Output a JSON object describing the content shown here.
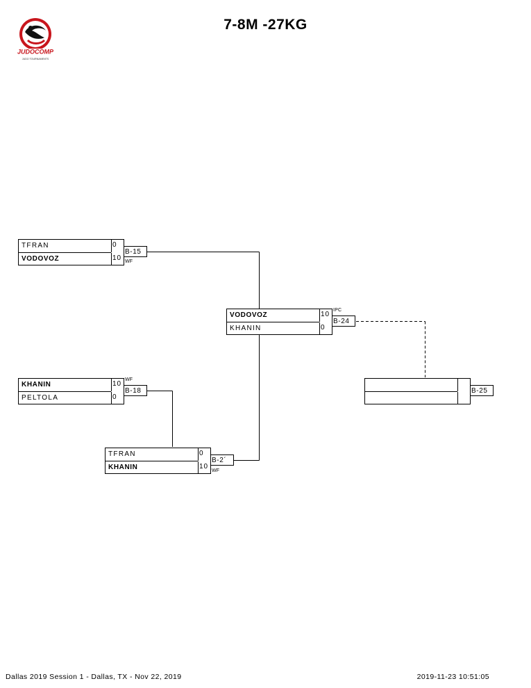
{
  "header": {
    "title": "7-8M -27KG",
    "logo": {
      "text": "JUDOCOMP",
      "subtext": "JUDO TOURNAMENTS"
    }
  },
  "matches": {
    "b15": {
      "top": {
        "name": "TFRAN",
        "score": "0"
      },
      "bottom": {
        "name": "VODOVOZ",
        "score": "10"
      },
      "tag": "B-15",
      "note_below": "WF"
    },
    "b18": {
      "top": {
        "name": "KHANIN",
        "score": "10"
      },
      "bottom": {
        "name": "PELTOLA",
        "score": "0"
      },
      "tag": "B-18",
      "note_above": "WF"
    },
    "b21": {
      "top": {
        "name": "TFRAN",
        "score": "0"
      },
      "bottom": {
        "name": "KHANIN",
        "score": "10"
      },
      "tag": "B-2´",
      "note_below": "WF"
    },
    "b24": {
      "top": {
        "name": "VODOVOZ",
        "score": "10"
      },
      "bottom": {
        "name": "KHANIN",
        "score": "0"
      },
      "tag": "B-24",
      "note_above": "IPC"
    },
    "b25": {
      "top": {
        "name": "",
        "score": ""
      },
      "bottom": {
        "name": "",
        "score": ""
      },
      "tag": "B-25"
    }
  },
  "footer": {
    "left": "Dallas 2019 Session 1 - Dallas, TX - Nov 22, 2019",
    "right": "2019-11-23 10:51:05"
  }
}
